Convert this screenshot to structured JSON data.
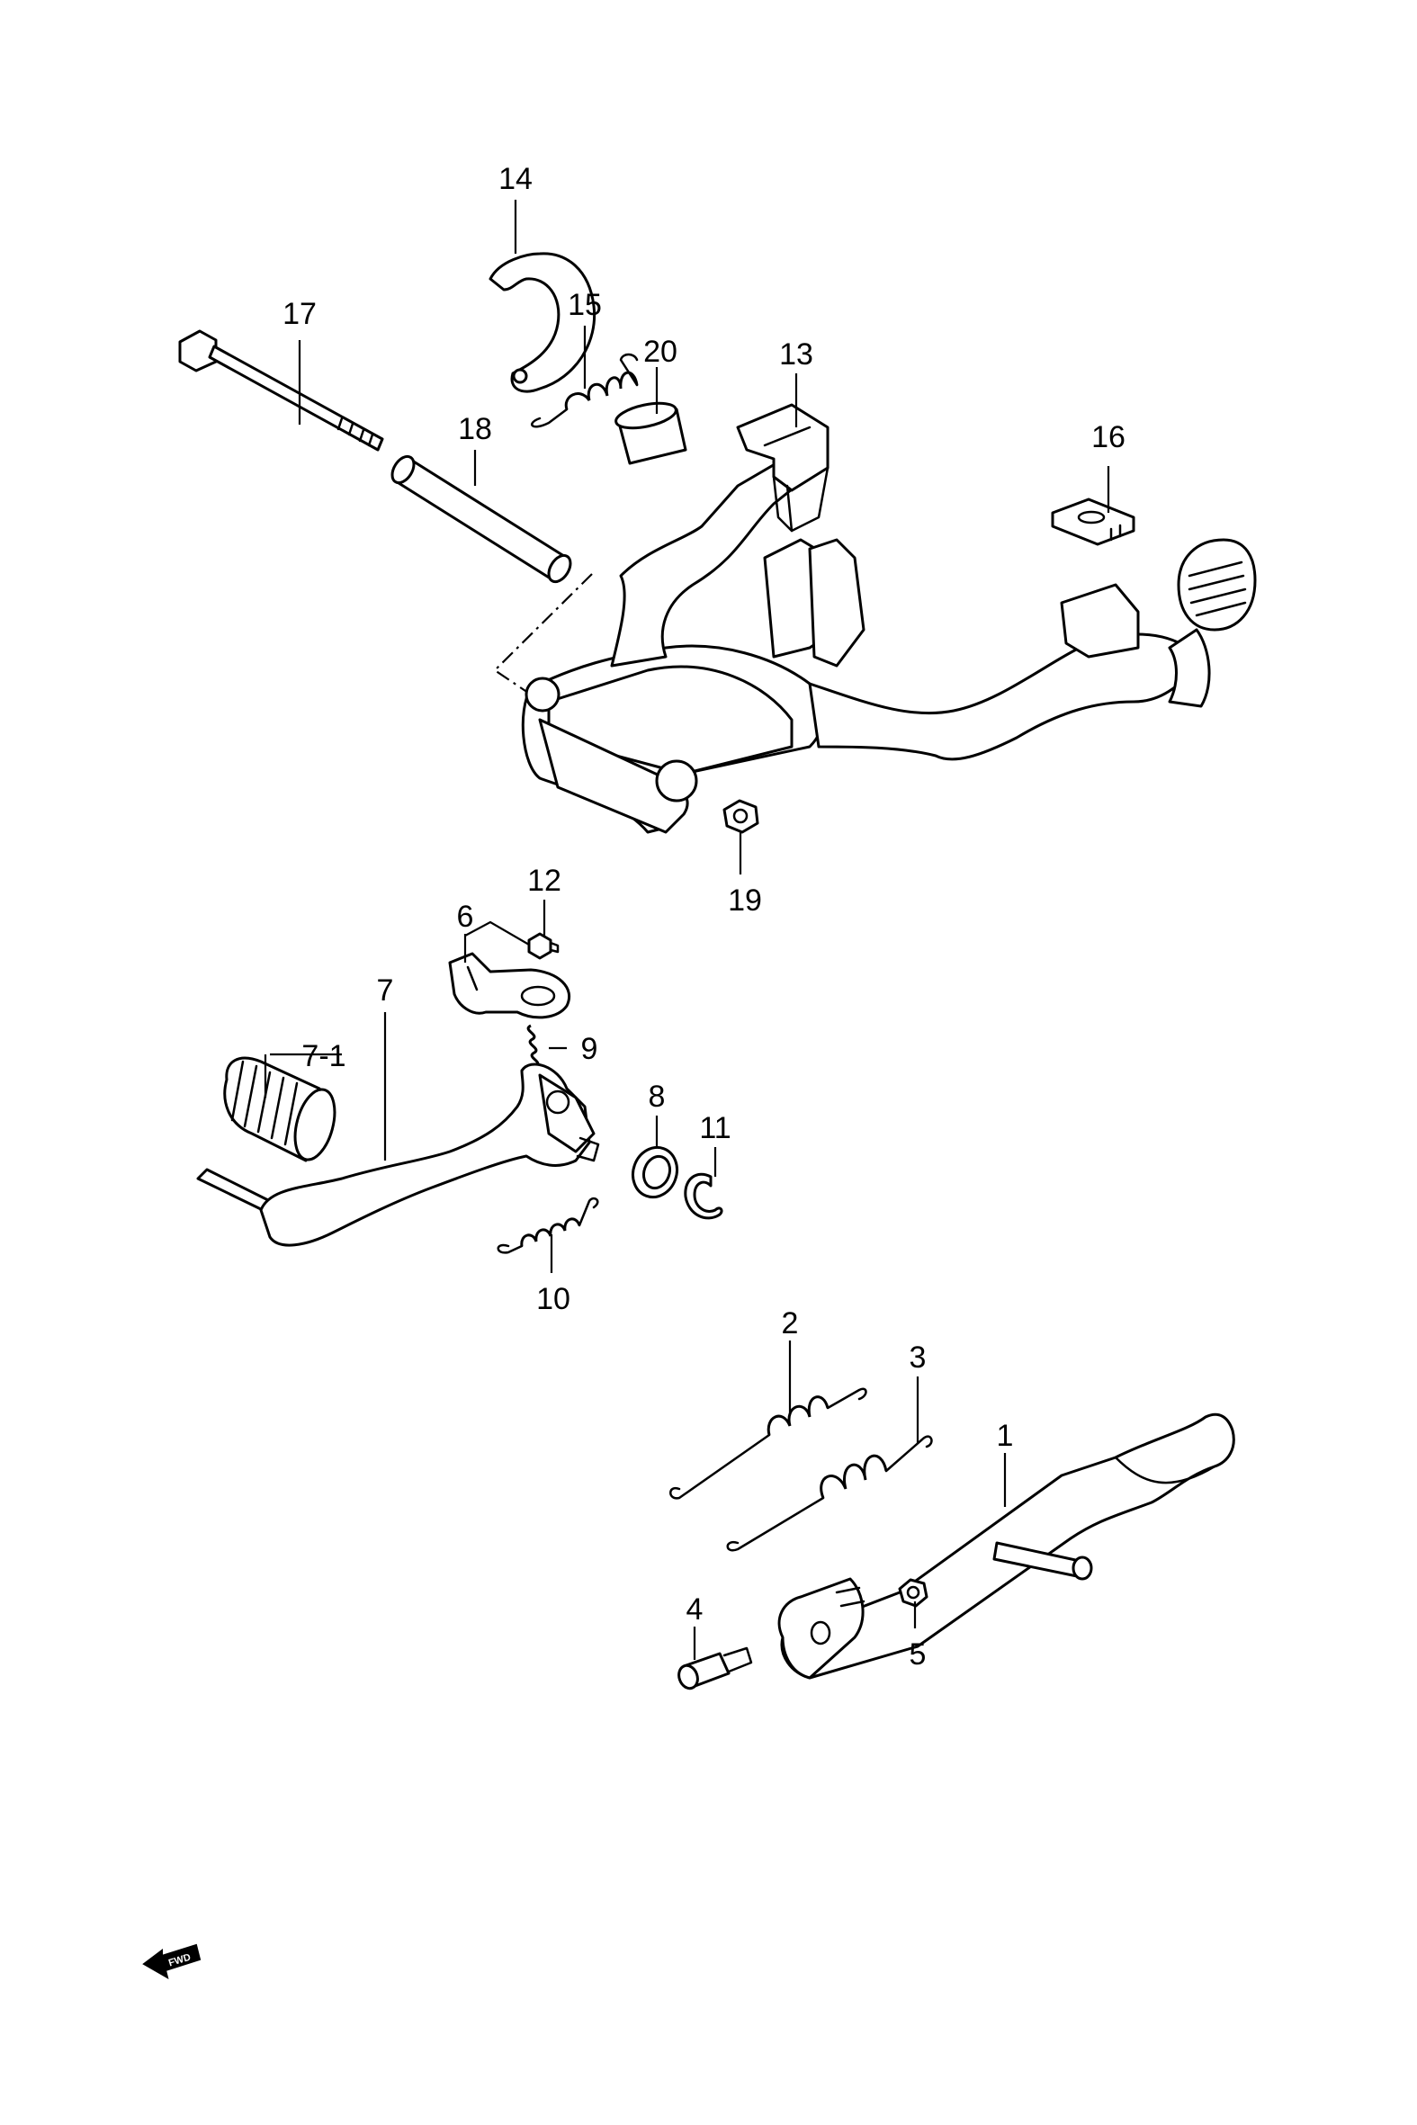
{
  "callouts": {
    "c1": "1",
    "c2": "2",
    "c3": "3",
    "c4": "4",
    "c5": "5",
    "c6": "6",
    "c7": "7",
    "c7_1": "7-1",
    "c8": "8",
    "c9": "9",
    "c10": "10",
    "c11": "11",
    "c12": "12",
    "c13": "13",
    "c14": "14",
    "c15": "15",
    "c16": "16",
    "c17": "17",
    "c18": "18",
    "c19": "19",
    "c20": "20"
  },
  "fwd_indicator": {
    "label": "FWD",
    "icon": "fwd-arrow-icon"
  },
  "colors": {
    "line": "#000000",
    "background": "#ffffff"
  }
}
